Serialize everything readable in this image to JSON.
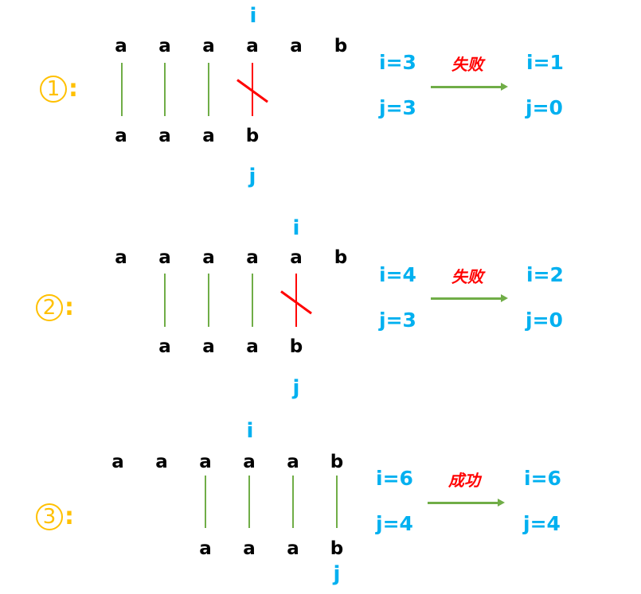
{
  "colors": {
    "step_label": "#FFC000",
    "pointer": "#00B0F0",
    "match_line": "#70AD47",
    "mismatch_line": "#FF0000",
    "result_text": "#FF0000",
    "arrow": "#70AD47"
  },
  "steps": [
    {
      "label_num": "1",
      "label_colon": ":",
      "main_string": [
        "a",
        "a",
        "a",
        "a",
        "a",
        "b"
      ],
      "pattern": [
        "a",
        "a",
        "a",
        "b"
      ],
      "pointer_i": "i",
      "pointer_j": "j",
      "before": {
        "i": "i=3",
        "j": "j=3"
      },
      "result": "失败",
      "after": {
        "i": "i=1",
        "j": "j=0"
      }
    },
    {
      "label_num": "2",
      "label_colon": ":",
      "main_string": [
        "a",
        "a",
        "a",
        "a",
        "a",
        "b"
      ],
      "pattern": [
        "a",
        "a",
        "a",
        "b"
      ],
      "pointer_i": "i",
      "pointer_j": "j",
      "before": {
        "i": "i=4",
        "j": "j=3"
      },
      "result": "失败",
      "after": {
        "i": "i=2",
        "j": "j=0"
      }
    },
    {
      "label_num": "3",
      "label_colon": ":",
      "main_string": [
        "a",
        "a",
        "a",
        "a",
        "a",
        "b"
      ],
      "pattern": [
        "a",
        "a",
        "a",
        "b"
      ],
      "pointer_i": "i",
      "pointer_j": "j",
      "before": {
        "i": "i=6",
        "j": "j=4"
      },
      "result": "成功",
      "after": {
        "i": "i=6",
        "j": "j=4"
      }
    }
  ]
}
